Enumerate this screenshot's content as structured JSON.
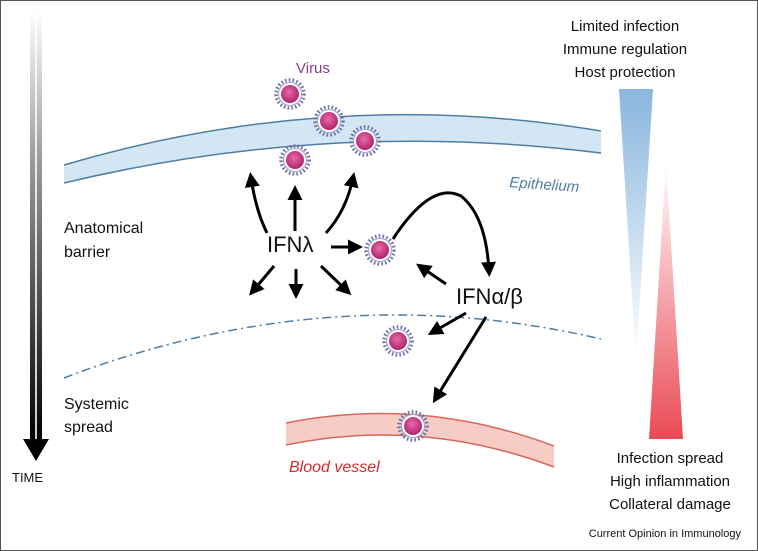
{
  "virus_label": "Virus",
  "epithelium_label": "Epithelium",
  "anatomical_barrier": [
    "Anatomical",
    "barrier"
  ],
  "systemic_spread": [
    "Systemic",
    "spread"
  ],
  "ifn_lambda": "IFNλ",
  "ifn_alpha_beta": "IFNα/β",
  "time_label": "TIME",
  "blood_vessel_label": "Blood vessel",
  "top_outcomes": [
    "Limited infection",
    "Immune regulation",
    "Host protection"
  ],
  "bottom_outcomes": [
    "Infection spread",
    "High inflammation",
    "Collateral damage"
  ],
  "credit": "Current Opinion in Immunology",
  "colors": {
    "epithelium_fill": "#d3e6f4",
    "epithelium_line": "#4f7ea3",
    "blood_fill": "#f6ccc4",
    "blood_line": "#d9675d",
    "virus": "#c4357f",
    "virus_spikes": "#6d6fa8",
    "blue_gradient": "#8ab6de",
    "red_gradient": "#ea4a55"
  }
}
